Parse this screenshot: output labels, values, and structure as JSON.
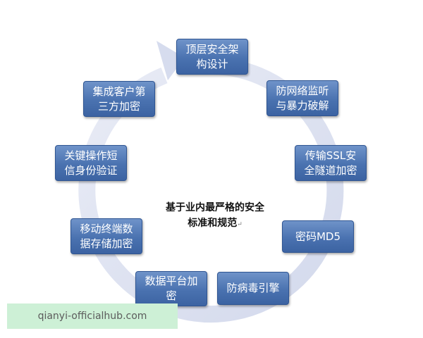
{
  "diagram": {
    "nodes": [
      {
        "id": "top-security-architecture",
        "label": "顶层安全架\n构设计"
      },
      {
        "id": "network-monitoring",
        "label": "防网络监听\n与暴力破解"
      },
      {
        "id": "ssl-tunnel",
        "label": "传输SSL安\n全隧道加密"
      },
      {
        "id": "md5",
        "label": "密码MD5"
      },
      {
        "id": "antivirus-engine",
        "label": "防病毒引擎"
      },
      {
        "id": "platform-encryption",
        "label": "数据平台加\n密"
      },
      {
        "id": "mobile-storage-encryption",
        "label": "移动终端数\n据存储加密"
      },
      {
        "id": "sms-verification",
        "label": "关键操作短\n信身份验证"
      },
      {
        "id": "third-party-encryption",
        "label": "集成客户第\n三方加密"
      }
    ],
    "center": {
      "title": "基于业内最严格的安全\n标准和规范",
      "mark": "↵"
    },
    "ring_color": "#dfe4f2"
  },
  "watermark": {
    "text": "qianyi-officialhub.com",
    "color": "#cdf0d6"
  }
}
